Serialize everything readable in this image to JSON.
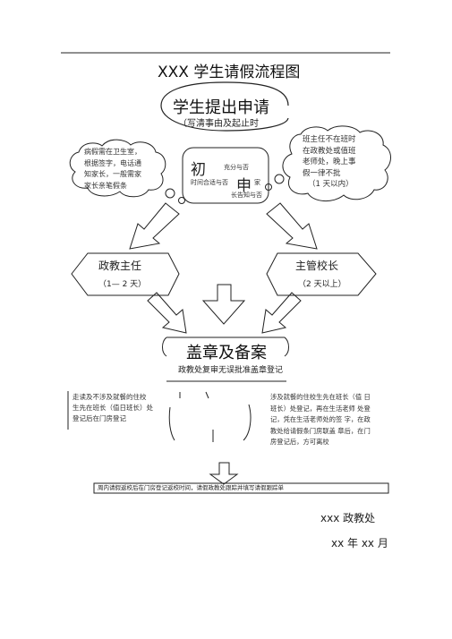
{
  "doc": {
    "title": "XXX 学生请假流程图",
    "apply": {
      "heading": "学生提出申请",
      "note": "（写清事由及起止时"
    },
    "left_bubble": [
      "病假需在卫生室，",
      "根据签字，电话通",
      "知家长，一般需家",
      "家长亲笔假条"
    ],
    "right_bubble": [
      "班主任不在班时",
      "在政教处或值班",
      "老师处，晚上事",
      "假一律不批",
      "（1 天以内）"
    ],
    "first_review": {
      "char1": "初",
      "char2": "申",
      "side_a": "充分与否",
      "side_b": "时间合适与否",
      "side_c": "家",
      "side_d": "长告知与否"
    },
    "left_box": {
      "title": "政教主任",
      "note": "（1— 2 天）"
    },
    "right_box": {
      "title": "主管校长",
      "note": "（2 天以上）"
    },
    "seal": {
      "heading": "盖章及备案",
      "note": "政教处复审无误批准盖章登记"
    },
    "left_note": [
      "走读及不涉及就餐的住校",
      "生先在班长（值日班长）处",
      "登记后在门房登记"
    ],
    "right_note": [
      "涉及就餐的住校生先在班长（值 日",
      "班长）处登记，再在生活老师 处登",
      "记，凭在生活老师处的签 字，在政",
      "教处给请假条门房联盖 章后，在门",
      "房登记后，方可离校"
    ],
    "bottom_bar": "周内请假返校后在门房登记返校时间，请假政教处跟踪并填写请假跟踪单",
    "signature": {
      "org": "xxx 政教处",
      "date": "xx 年 xx 月"
    }
  }
}
